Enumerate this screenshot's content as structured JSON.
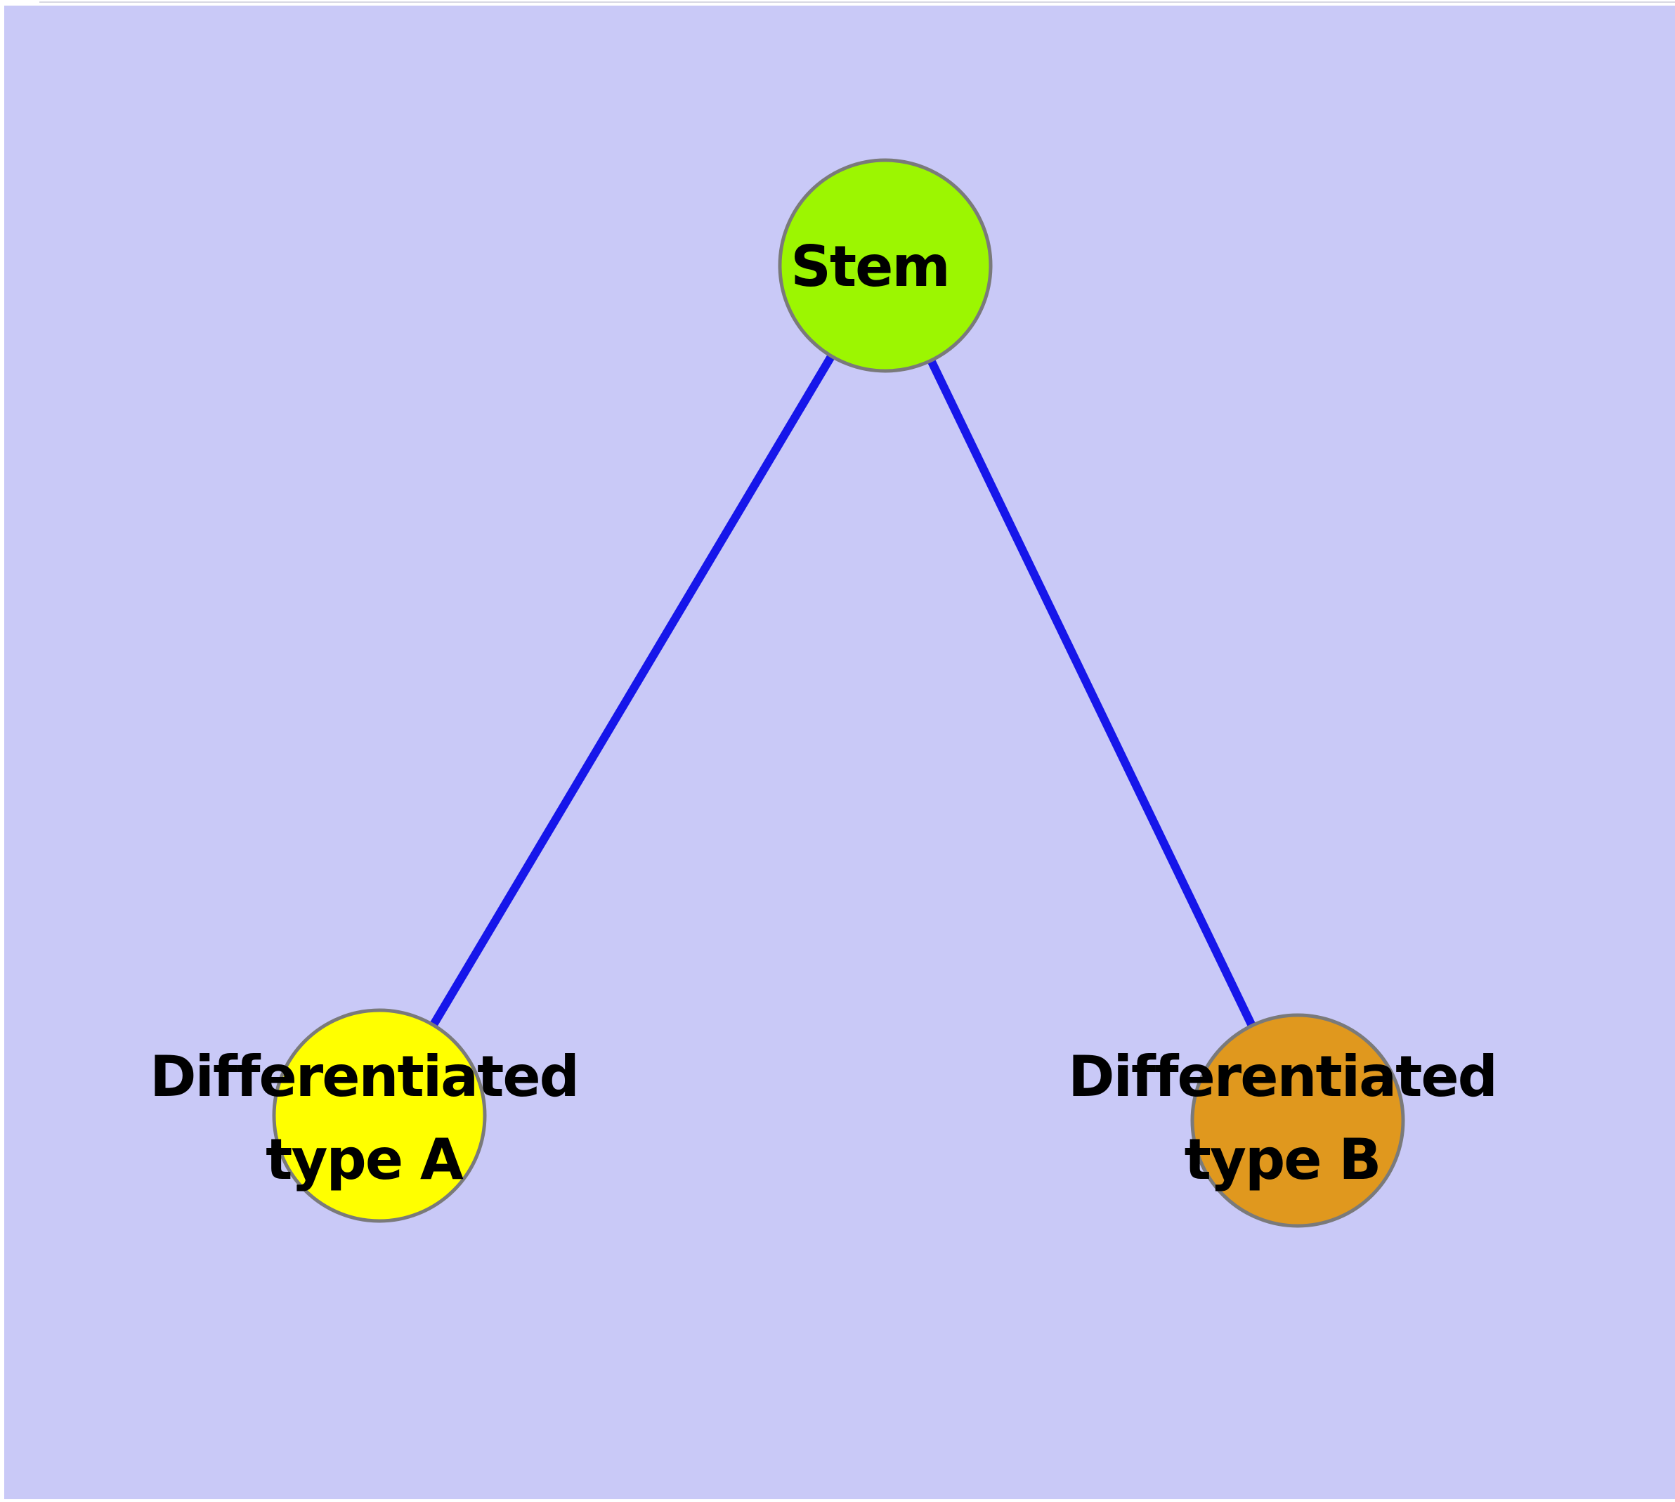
{
  "figure": {
    "background_color": "#C9C9F7",
    "margin_color": "#FFFFFF",
    "hairline_color": "#D8D8E2",
    "edge_color": "#1616EA",
    "node_border_color": "#7A7A7A",
    "label_color": "#000000",
    "nodes": [
      {
        "id": "stem",
        "label": "Stem",
        "fill_color": "#9CF601"
      },
      {
        "id": "differentiated-type-a",
        "label_line1": "Differentiated",
        "label_line2": "type A",
        "fill_color": "#FFFF00"
      },
      {
        "id": "differentiated-type-b",
        "label_line1": "Differentiated",
        "label_line2": "type B",
        "fill_color": "#E0981E"
      }
    ],
    "edges": [
      {
        "from": "stem",
        "to": "differentiated-type-a"
      },
      {
        "from": "stem",
        "to": "differentiated-type-b"
      }
    ]
  }
}
